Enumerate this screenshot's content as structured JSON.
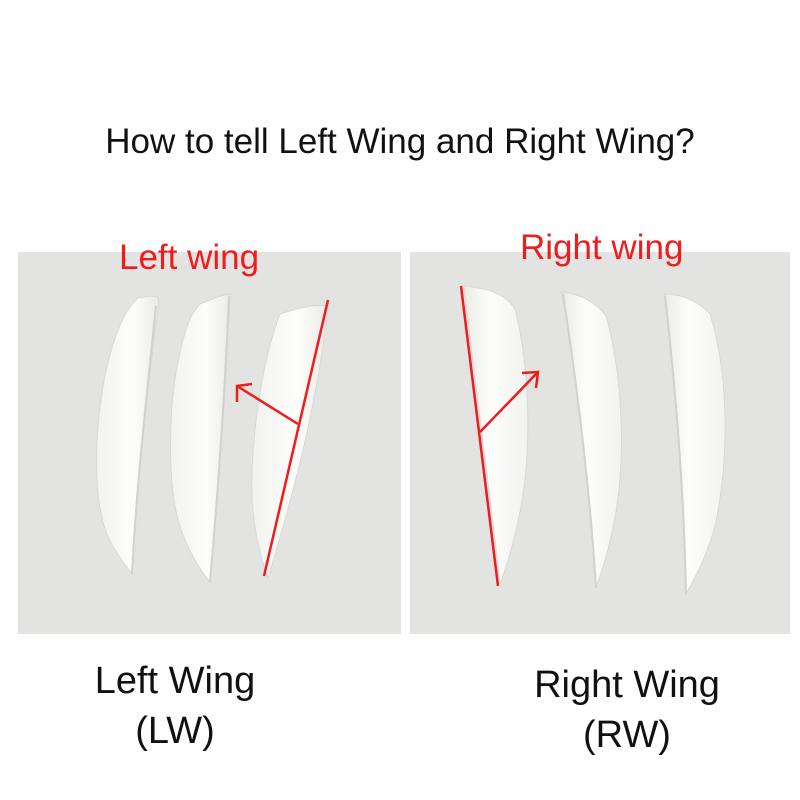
{
  "title": "How to tell Left Wing and Right Wing?",
  "left_panel": {
    "label": "Left wing",
    "caption_line1": "Left Wing",
    "caption_line2": "(LW)"
  },
  "right_panel": {
    "label": "Right wing",
    "caption_line1": "Right Wing",
    "caption_line2": "(RW)"
  },
  "colors": {
    "annotation_red": "#ee1c1c",
    "photo_background": "#e3e3e1",
    "feather_white": "#fbfbf8"
  }
}
